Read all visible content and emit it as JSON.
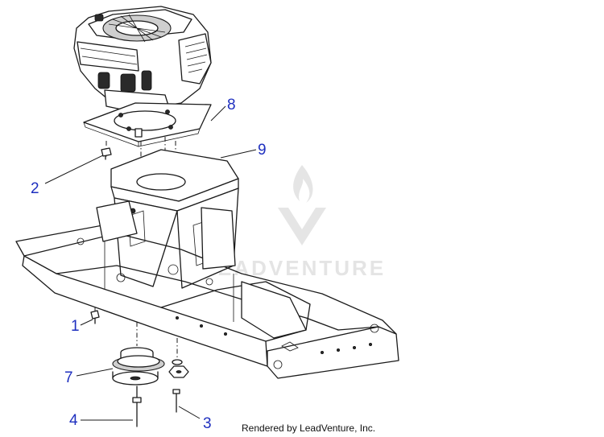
{
  "callouts": {
    "c1": "1",
    "c2": "2",
    "c3": "3",
    "c4": "4",
    "c7": "7",
    "c8": "8",
    "c9": "9"
  },
  "watermark": {
    "text": "LEADVENTURE",
    "visible_text": "EADVENTURE",
    "icon": "flame-logo-icon"
  },
  "credit": "Rendered by LeadVenture, Inc.",
  "colors": {
    "callout": "#1e2fbf",
    "line": "#1a1a1a",
    "watermark": "#e4e4e4"
  }
}
